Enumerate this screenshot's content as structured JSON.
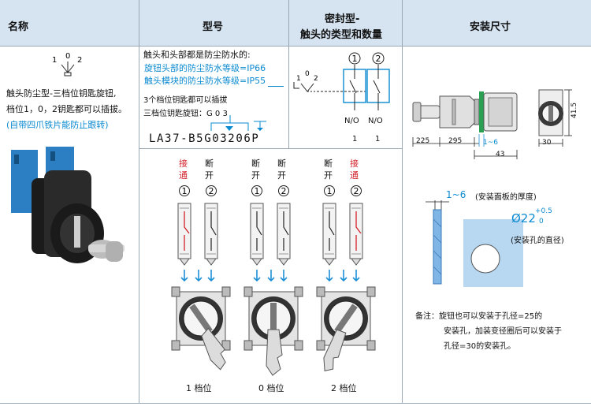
{
  "header": {
    "name": "名称",
    "model": "型号",
    "sealed_line1": "密封型-",
    "sealed_line2": "触头的类型和数量",
    "dimensions": "安装尺寸"
  },
  "name_col": {
    "pos_labels": [
      "1",
      "0",
      "2"
    ],
    "desc_line1": "触头防尘型-三档位钥匙旋钮,",
    "desc_line2": "档位1，0，2钥匙都可以插拔。",
    "desc_note": "(自带四爪铁片能防止跟转)"
  },
  "model_col": {
    "line1": "触头和头部都是防尘防水的:",
    "line2": "旋钮头部的防尘防水等级=IP66",
    "line3": "触头模块的防尘防水等级=IP55",
    "line4": "3个档位钥匙都可以插拔",
    "line5": "三档位钥匙旋钮：G 0 3",
    "model_code": "LA37-B5G03206P"
  },
  "contact_col": {
    "circles": [
      "1",
      "2"
    ],
    "pos_labels": [
      "1",
      "0",
      "2"
    ],
    "types": [
      "N/O",
      "N/O"
    ],
    "counts": [
      "1",
      "1"
    ]
  },
  "states": [
    {
      "c1": "接通",
      "c1_red": true,
      "c2": "断开",
      "c2_red": false,
      "position": "1 档位"
    },
    {
      "c1": "断开",
      "c1_red": false,
      "c2": "断开",
      "c2_red": false,
      "position": "0 档位"
    },
    {
      "c1": "断开",
      "c1_red": false,
      "c2": "接通",
      "c2_red": true,
      "position": "2 档位"
    }
  ],
  "state_circles": [
    "1",
    "2"
  ],
  "dims": {
    "d225": "225",
    "d295": "295",
    "d16": "1~6",
    "d30": "30",
    "d43": "43",
    "d415": "41.5",
    "panel_range": "1~6",
    "panel_note": "(安装面板的厚度)",
    "hole_dia": "Ø22",
    "tol_plus": "+0.5",
    "tol_zero": "0",
    "hole_note": "(安装孔的直径)",
    "remark_l1": "备注：旋钮也可以安装于孔径=25的",
    "remark_l2": "安装孔，加装变径圈后可以安装于",
    "remark_l3": "孔径=30的安装孔。"
  }
}
